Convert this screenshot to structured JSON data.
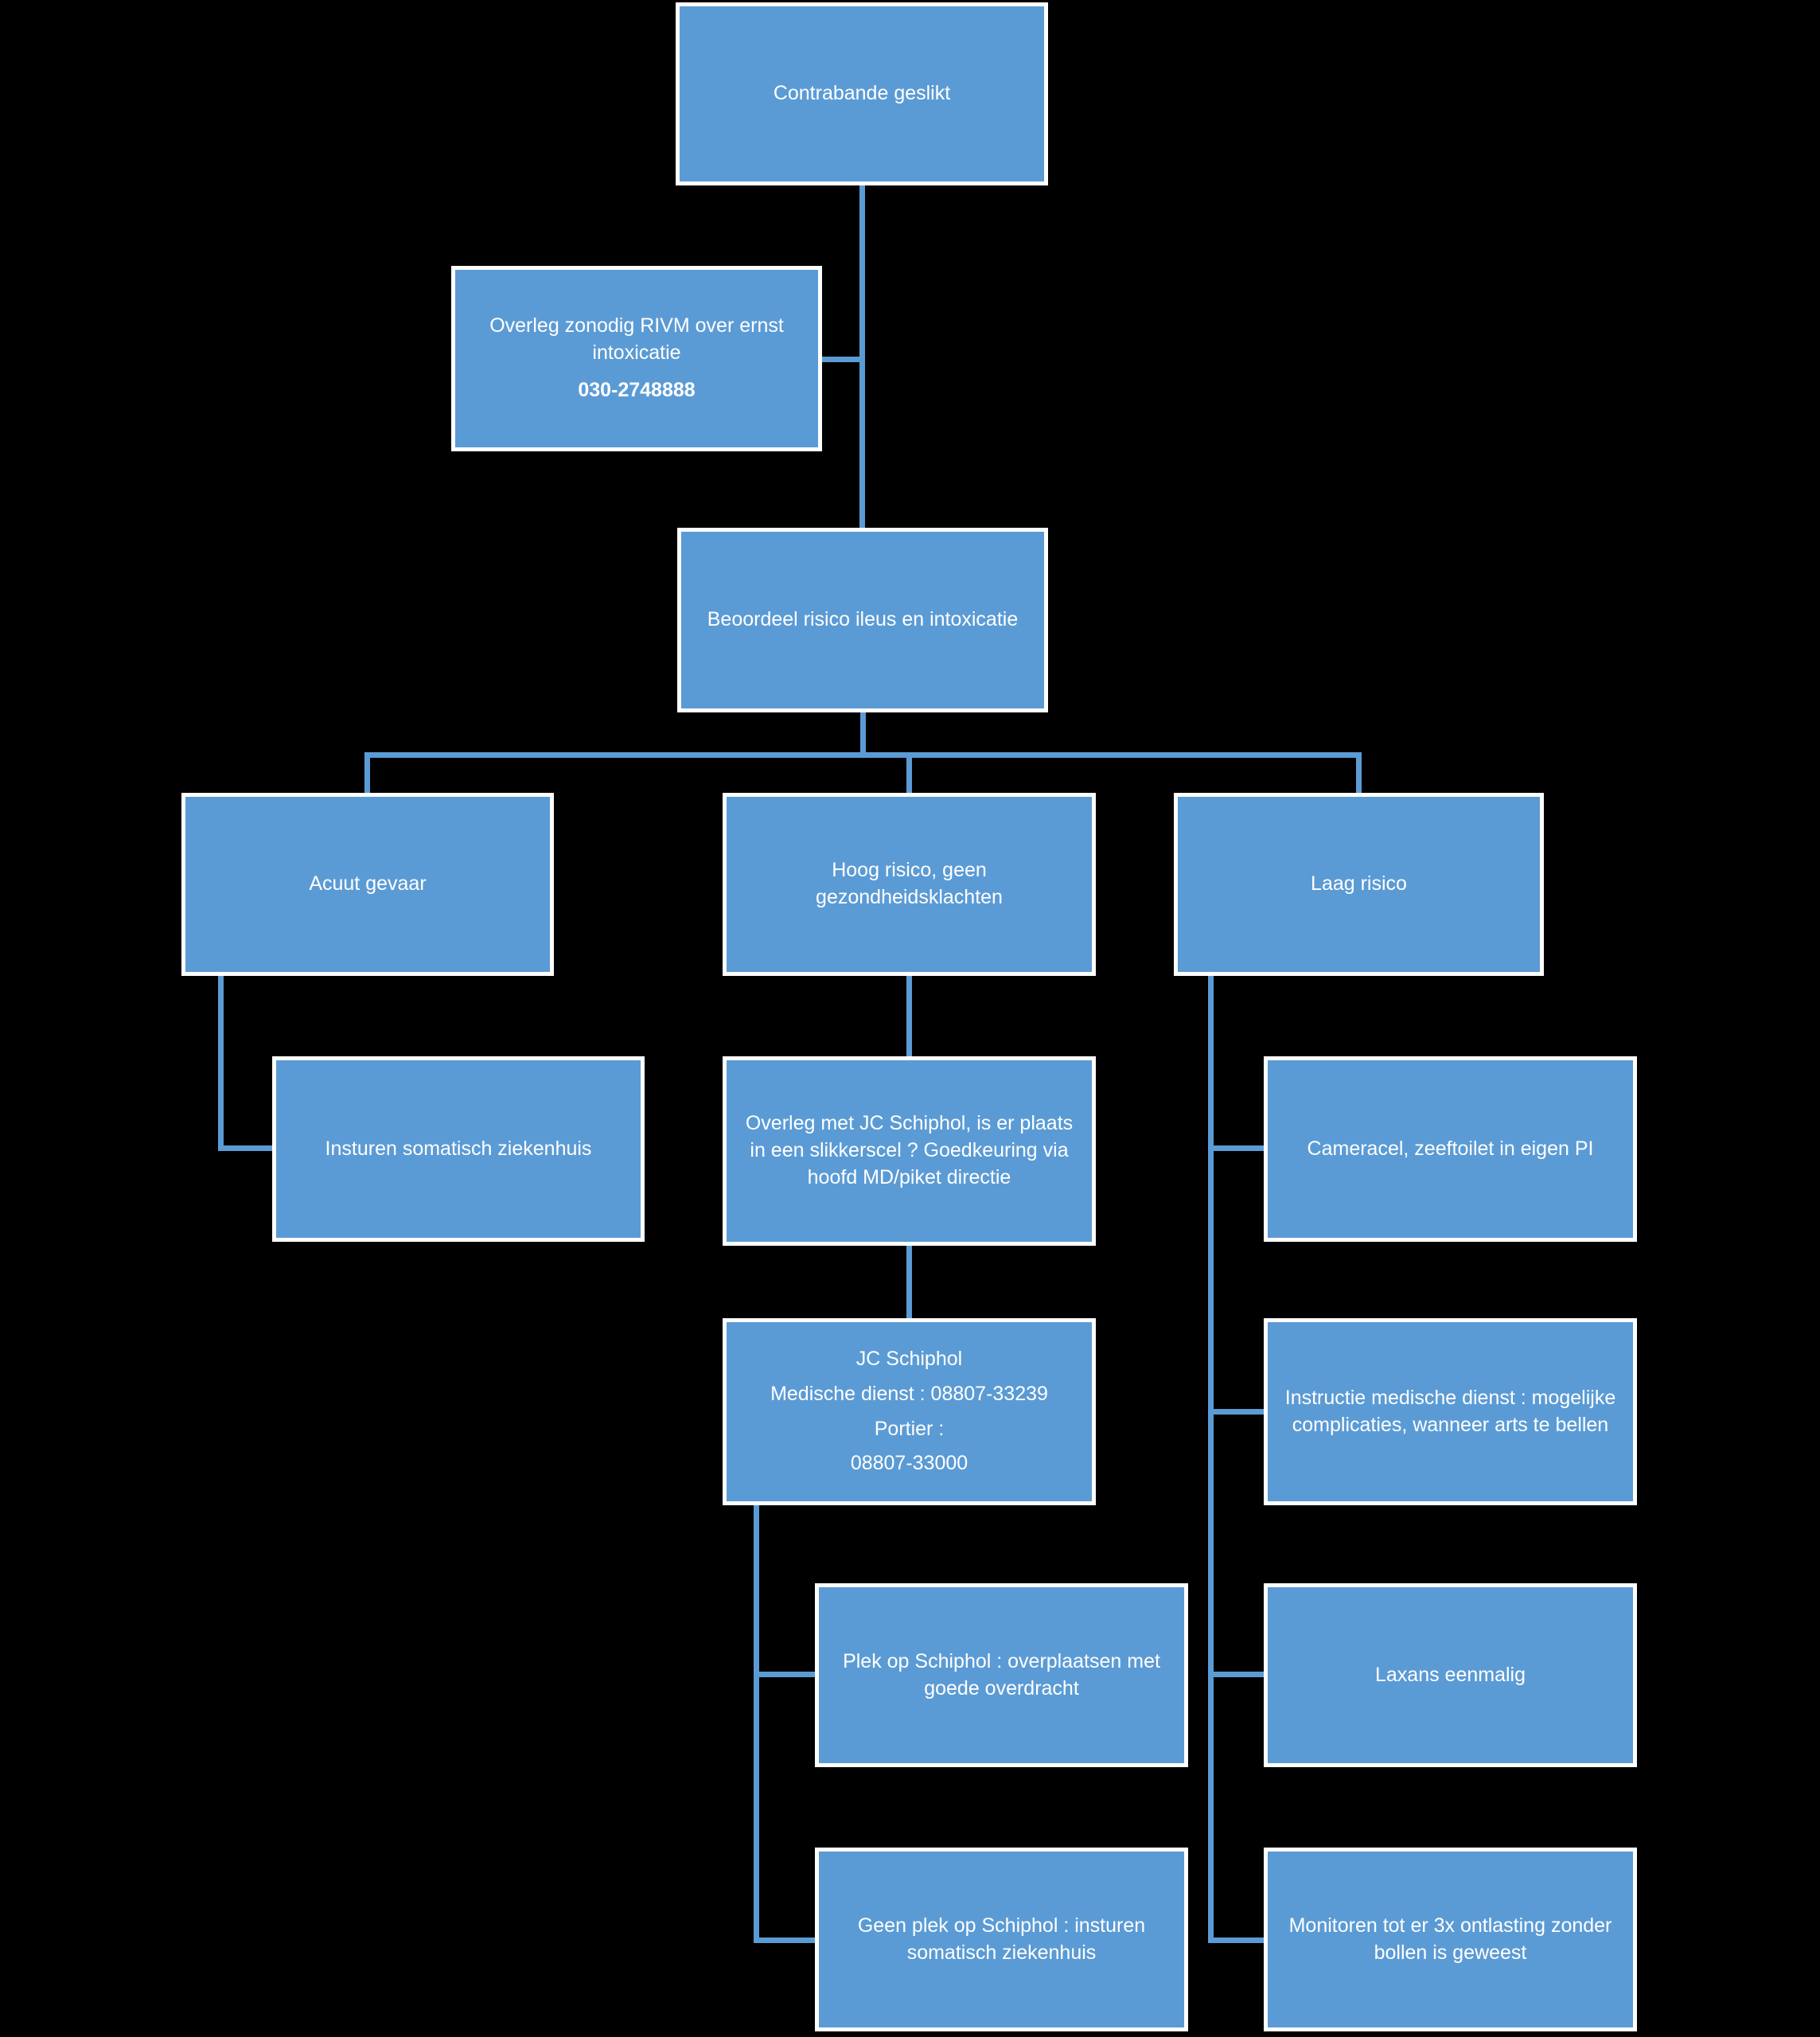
{
  "diagram": {
    "colors": {
      "background": "#000000",
      "box_fill": "#5B9BD5",
      "box_border": "#FFFFFF",
      "text": "#FFFFFF",
      "connector": "#5B9BD5"
    },
    "nodes": {
      "contrabande": {
        "label": "Contrabande geslikt"
      },
      "rivm": {
        "label": "Overleg zonodig RIVM over ernst intoxicatie",
        "phone": "030-2748888"
      },
      "beoordeel": {
        "label": "Beoordeel risico ileus en intoxicatie"
      },
      "acuut_gevaar": {
        "label": "Acuut gevaar"
      },
      "hoog_risico": {
        "label": "Hoog risico, geen gezondheidsklachten"
      },
      "laag_risico": {
        "label": "Laag risico"
      },
      "insturen": {
        "label": "Insturen somatisch ziekenhuis"
      },
      "overleg_jc": {
        "label": "Overleg met JC Schiphol, is er plaats in een slikkerscel ? Goedkeuring via hoofd MD/piket directie"
      },
      "jc_schiphol": {
        "lines": [
          "JC Schiphol",
          "Medische dienst : 08807-33239",
          "Portier :",
          "08807-33000"
        ]
      },
      "plek": {
        "label": "Plek op Schiphol : overplaatsen met goede overdracht"
      },
      "geen_plek": {
        "label": "Geen plek op Schiphol : insturen somatisch ziekenhuis"
      },
      "cameracel": {
        "label": "Cameracel, zeeftoilet in eigen PI"
      },
      "instructie": {
        "label": "Instructie medische dienst : mogelijke complicaties, wanneer arts te bellen"
      },
      "laxans": {
        "label": "Laxans eenmalig"
      },
      "monitoren": {
        "label": "Monitoren tot er 3x ontlasting zonder bollen is geweest"
      }
    }
  }
}
